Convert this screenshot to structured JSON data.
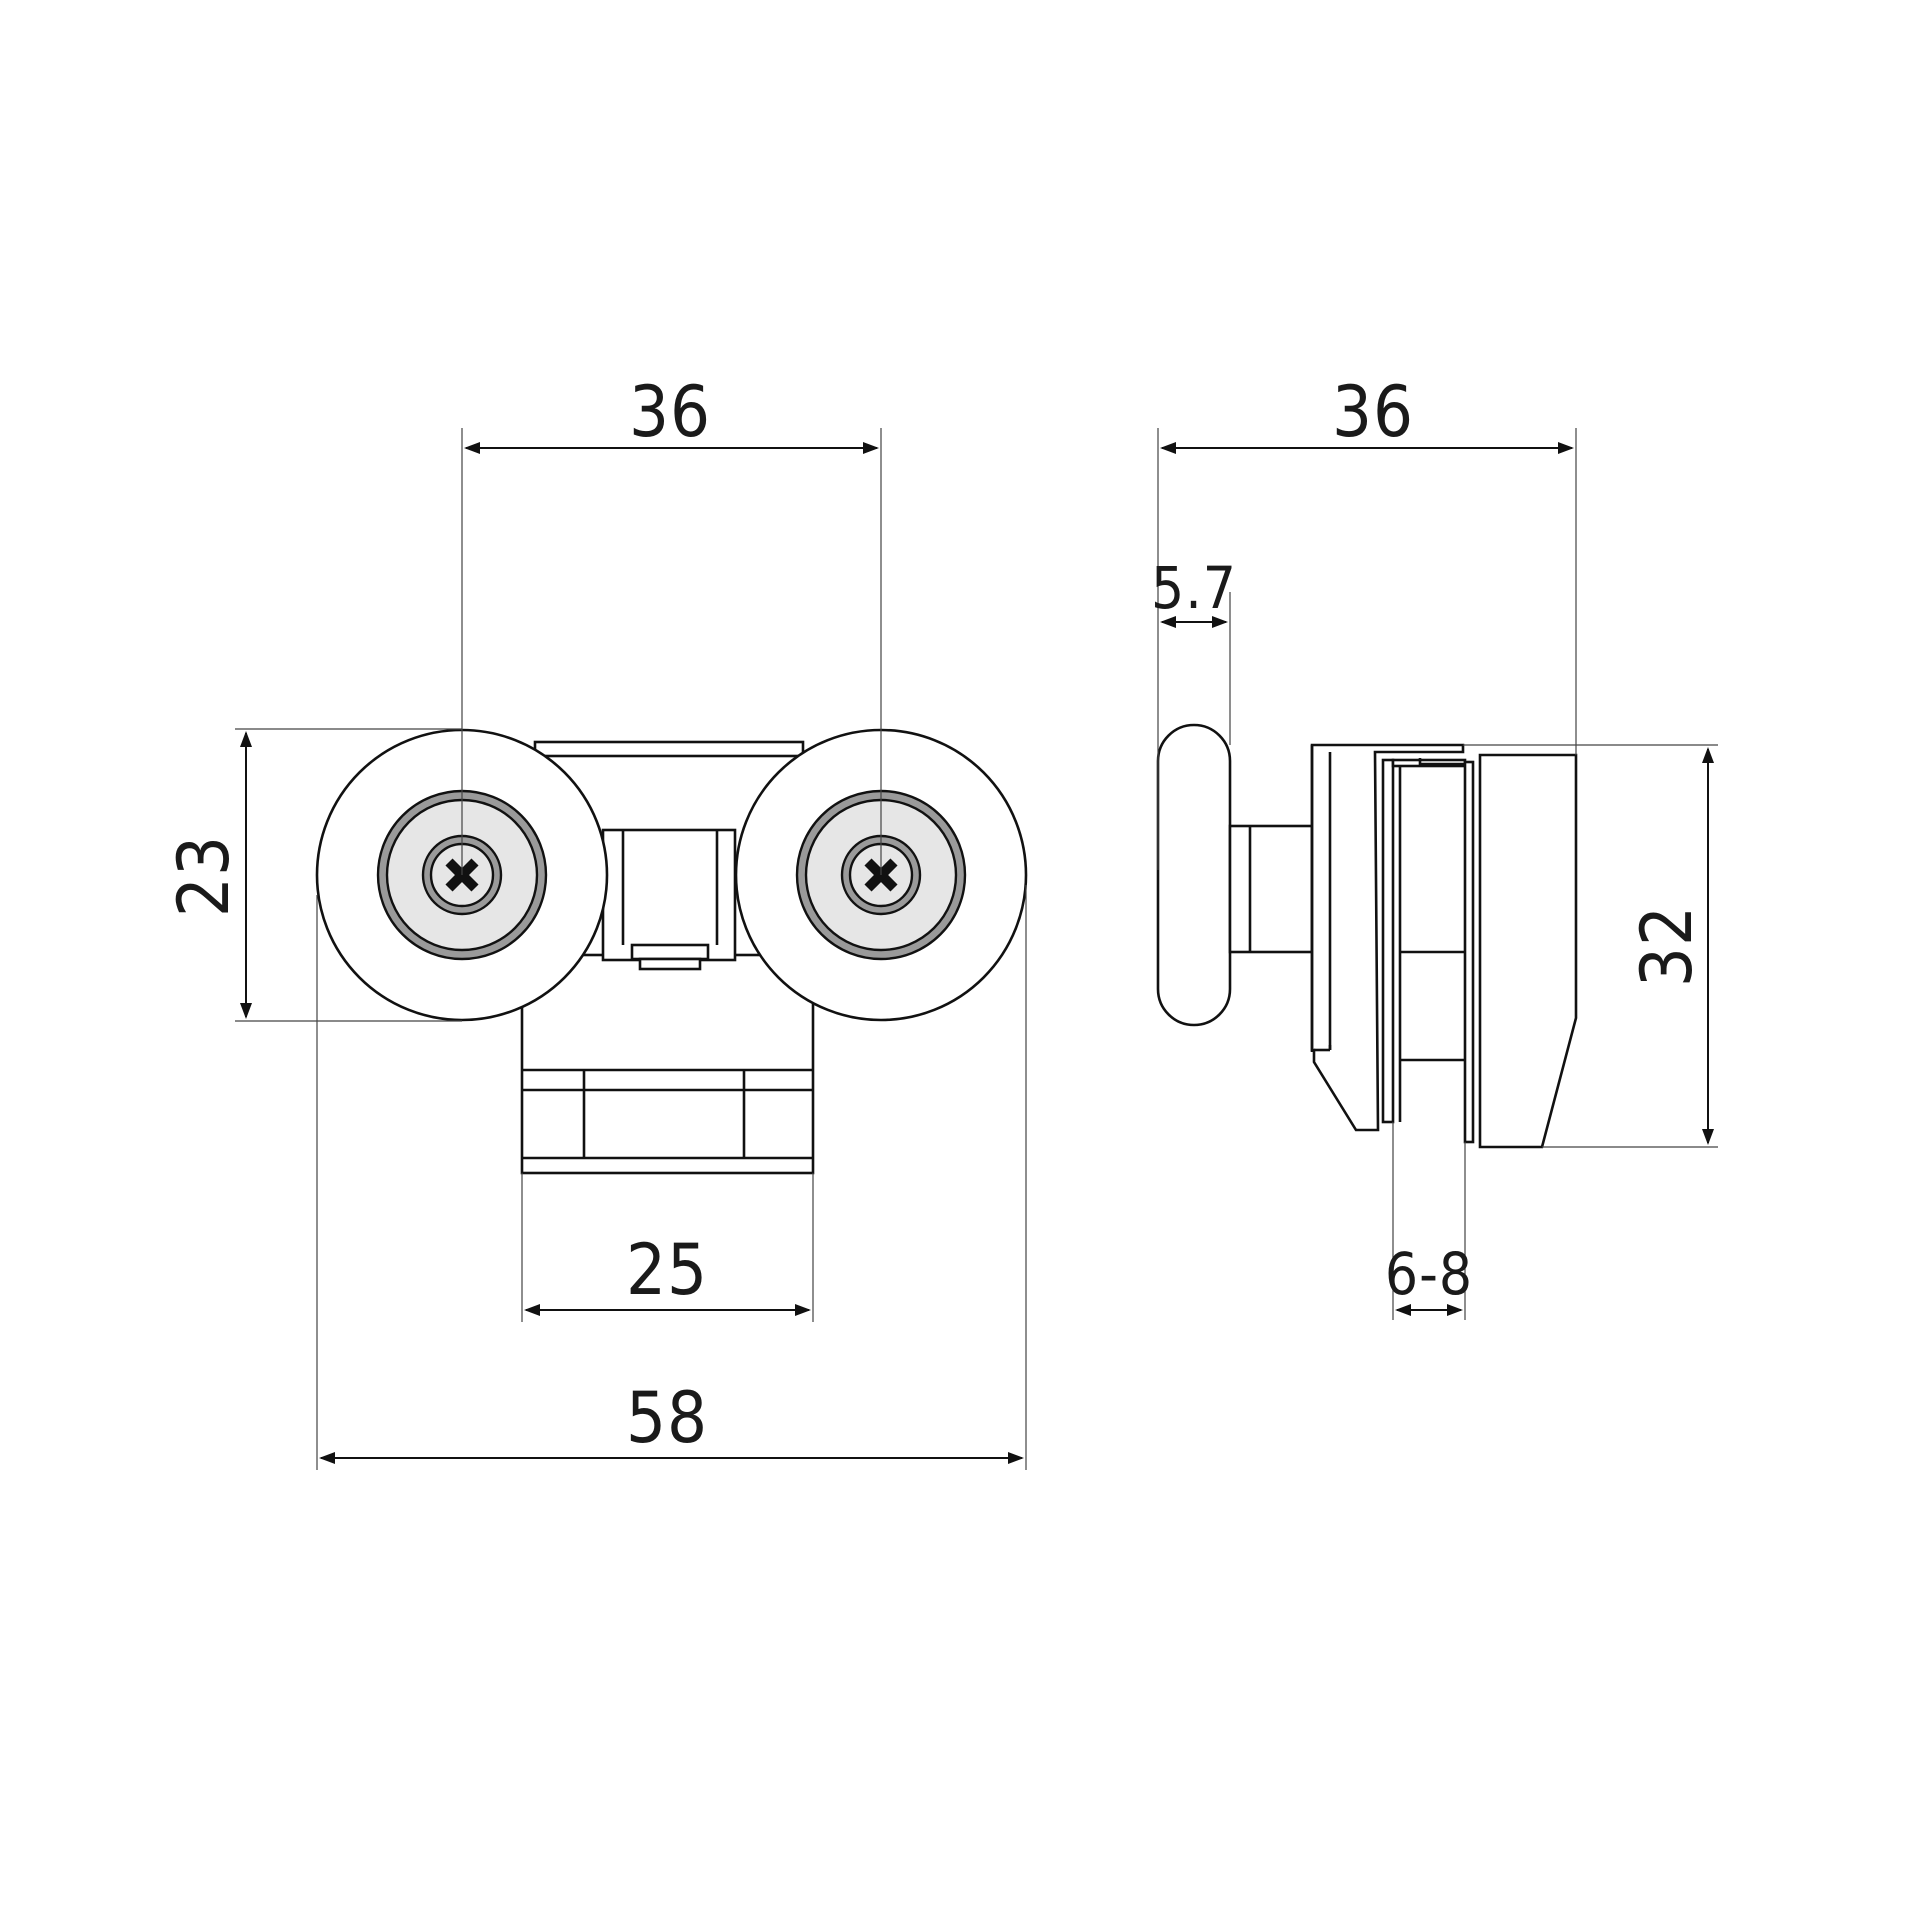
{
  "dimensions": {
    "front_wheel_spacing": "36",
    "front_wheel_height": "23",
    "front_body_width": "25",
    "front_overall_width": "58",
    "side_overall_depth": "36",
    "side_wheel_thickness": "5.7",
    "side_overall_height": "32",
    "side_glass_thickness": "6-8"
  },
  "colors": {
    "line": "#111111",
    "bearing_fill": "#e6e6e6",
    "bearing_ring": "#9a9a9a"
  },
  "icons": {
    "screw_head": "phillips-screw-icon"
  }
}
